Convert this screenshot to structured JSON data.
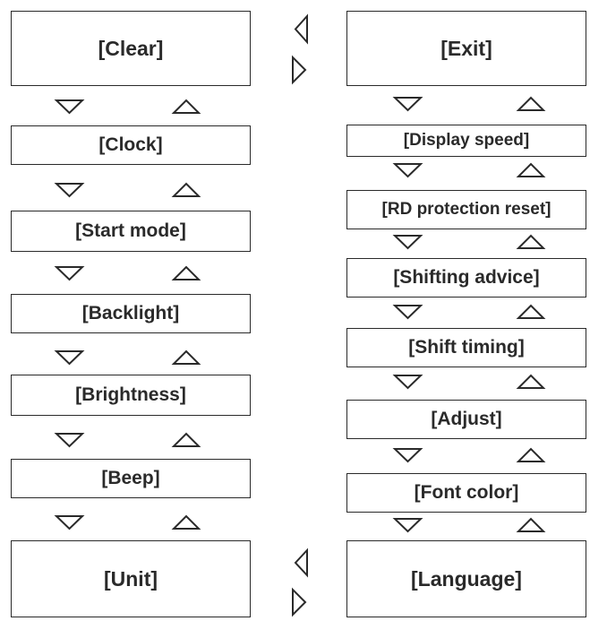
{
  "left_column": {
    "clear": "[Clear]",
    "clock": "[Clock]",
    "start_mode": "[Start mode]",
    "backlight": "[Backlight]",
    "brightness": "[Brightness]",
    "beep": "[Beep]",
    "unit": "[Unit]"
  },
  "right_column": {
    "exit": "[Exit]",
    "display_speed": "[Display speed]",
    "rd_protection_reset": "[RD protection reset]",
    "shifting_advice": "[Shifting advice]",
    "shift_timing": "[Shift timing]",
    "adjust": "[Adjust]",
    "font_color": "[Font color]",
    "language": "[Language]"
  },
  "icons": {
    "down": "down-triangle-icon",
    "up": "up-triangle-icon",
    "left": "left-triangle-icon",
    "right": "right-triangle-icon"
  }
}
